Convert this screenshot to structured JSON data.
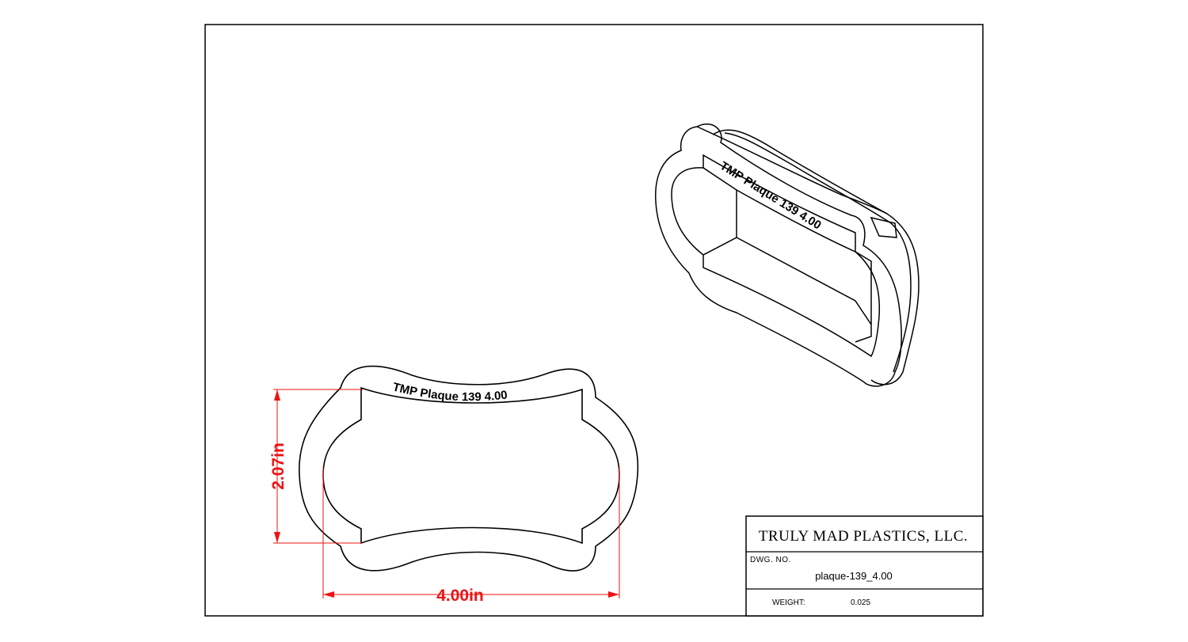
{
  "part": {
    "engraving": "TMP  Plaque 139  4.00"
  },
  "dimensions": {
    "height_label": "2.07in",
    "width_label": "4.00in"
  },
  "title_block": {
    "company": "TRULY MAD PLASTICS, LLC.",
    "dwg_no_label": "DWG.  NO.",
    "dwg_no_value": "plaque-139_4.00",
    "weight_label": "WEIGHT:",
    "weight_value": "0.025"
  },
  "colors": {
    "dimension": "#ee1111",
    "line": "#000000"
  }
}
